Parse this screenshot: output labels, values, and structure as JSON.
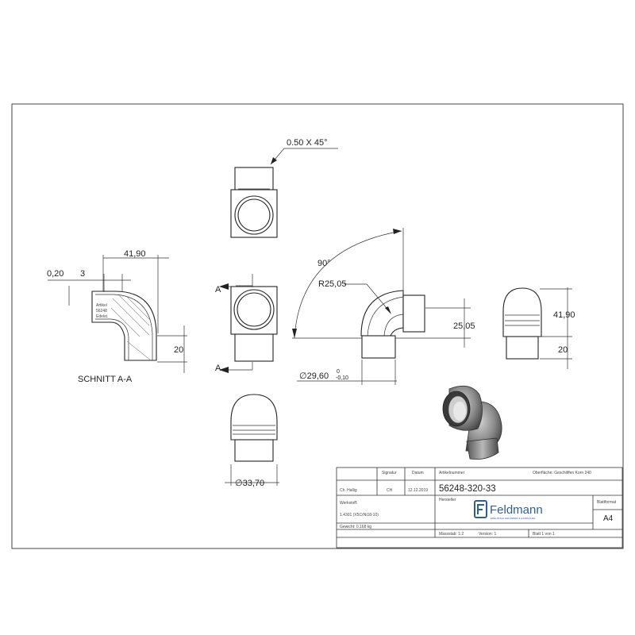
{
  "dimensions": {
    "chamfer": "0.50 X 45°",
    "width_top": "41,90",
    "offset_small": "0,20",
    "offset_3": "3",
    "section_height": "20",
    "section_label": "SCHNITT A-A",
    "angle": "90°",
    "radius": "R25,05",
    "diameter_tube": "∅29,60",
    "tol_upper": "0",
    "tol_lower": "-0,10",
    "center_height": "25,05",
    "side_height": "41,90",
    "side_lower": "20",
    "diameter_outer": "∅33,70",
    "cut_letter_top": "A",
    "cut_letter_bottom": "A"
  },
  "title_block": {
    "col_signatur": "Signatur",
    "col_datum": "Datum",
    "col_artikel": "Artikelnummer",
    "oberflaeche": "Oberfläche:  Geschliffen Korn 240",
    "artikelnummer": "56248-320-33",
    "name": "Ch. Hallig",
    "signatur": "CH",
    "datum": "12.12.2019",
    "hersteller_label": "Hersteller",
    "werkstoff_label": "Werkstoff:",
    "werkstoff": "1.4301 (X5CrNi18-10)",
    "gewicht": "Gewicht: 0.168 kg",
    "massstab": "Massstab: 1:2",
    "version": "Version: 1",
    "blatt": "Blatt 1 von 1",
    "blattformat_label": "Blattformat",
    "blattformat": "A4",
    "logo_text": "Feldmann",
    "logo_subtext": "EDELSTAHL GELÄNDER & HANDLÄUFE"
  },
  "colors": {
    "line": "#222222",
    "logo_blue": "#2a5f9e",
    "shade": "#8a8a8a"
  }
}
